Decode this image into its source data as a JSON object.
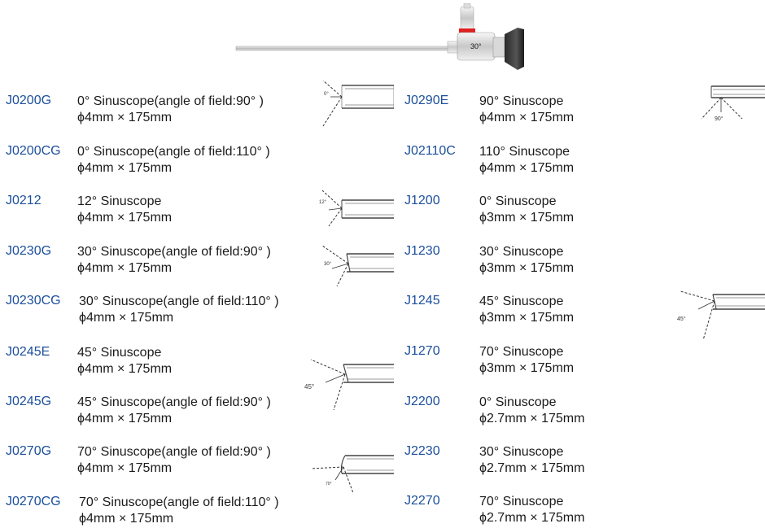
{
  "product_image": {
    "angle_label": "30°"
  },
  "left_column": [
    {
      "code": "J0200G",
      "title": "0°  Sinuscope(angle of field:90°  )",
      "dims": "ϕ4mm × 175mm"
    },
    {
      "code": "J0200CG",
      "title": "0°  Sinuscope(angle of field:110°  )",
      "dims": "ϕ4mm × 175mm"
    },
    {
      "code": "J0212",
      "title": "12°  Sinuscope",
      "dims": "ϕ4mm × 175mm"
    },
    {
      "code": "J0230G",
      "title": "30°  Sinuscope(angle of field:90°  )",
      "dims": "ϕ4mm × 175mm"
    },
    {
      "code": "J0230CG",
      "title": "30°  Sinuscope(angle of field:110°  )",
      "dims": "ϕ4mm × 175mm"
    },
    {
      "code": "J0245E",
      "title": "45°  Sinuscope",
      "dims": "ϕ4mm × 175mm"
    },
    {
      "code": "J0245G",
      "title": "45°  Sinuscope(angle of field:90°  )",
      "dims": "ϕ4mm × 175mm"
    },
    {
      "code": "J0270G",
      "title": "70°  Sinuscope(angle of field:90°  )",
      "dims": "ϕ4mm × 175mm"
    },
    {
      "code": "J0270CG",
      "title": "70°  Sinuscope(angle of field:110°  )",
      "dims": "ϕ4mm × 175mm"
    }
  ],
  "right_column": [
    {
      "code": "J0290E",
      "title": "90°  Sinuscope",
      "dims": "ϕ4mm × 175mm"
    },
    {
      "code": "J02110C",
      "title": "110°  Sinuscope",
      "dims": "ϕ4mm × 175mm"
    },
    {
      "code": "J1200",
      "title": "0°   Sinuscope",
      "dims": "ϕ3mm × 175mm"
    },
    {
      "code": "J1230",
      "title": "30°  Sinuscope",
      "dims": "ϕ3mm × 175mm"
    },
    {
      "code": "J1245",
      "title": "45°    Sinuscope",
      "dims": "ϕ3mm × 175mm"
    },
    {
      "code": "J1270",
      "title": "70°  Sinuscope",
      "dims": "ϕ3mm × 175mm"
    },
    {
      "code": "J2200",
      "title": "0°  Sinuscope",
      "dims": "ϕ2.7mm × 175mm"
    },
    {
      "code": "J2230",
      "title": "30°  Sinuscope",
      "dims": "ϕ2.7mm × 175mm"
    },
    {
      "code": "J2270",
      "title": "70°  Sinuscope",
      "dims": "ϕ2.7mm × 175mm"
    }
  ],
  "diagrams": {
    "d0": "0°",
    "d12": "12°",
    "d30": "30°",
    "d45": "45°",
    "d70": "70°",
    "d90": "90°",
    "d45r": "45°"
  },
  "colors": {
    "code_blue": "#1c4f9c",
    "text": "#1a1a1a",
    "accent_red": "#e02020"
  }
}
